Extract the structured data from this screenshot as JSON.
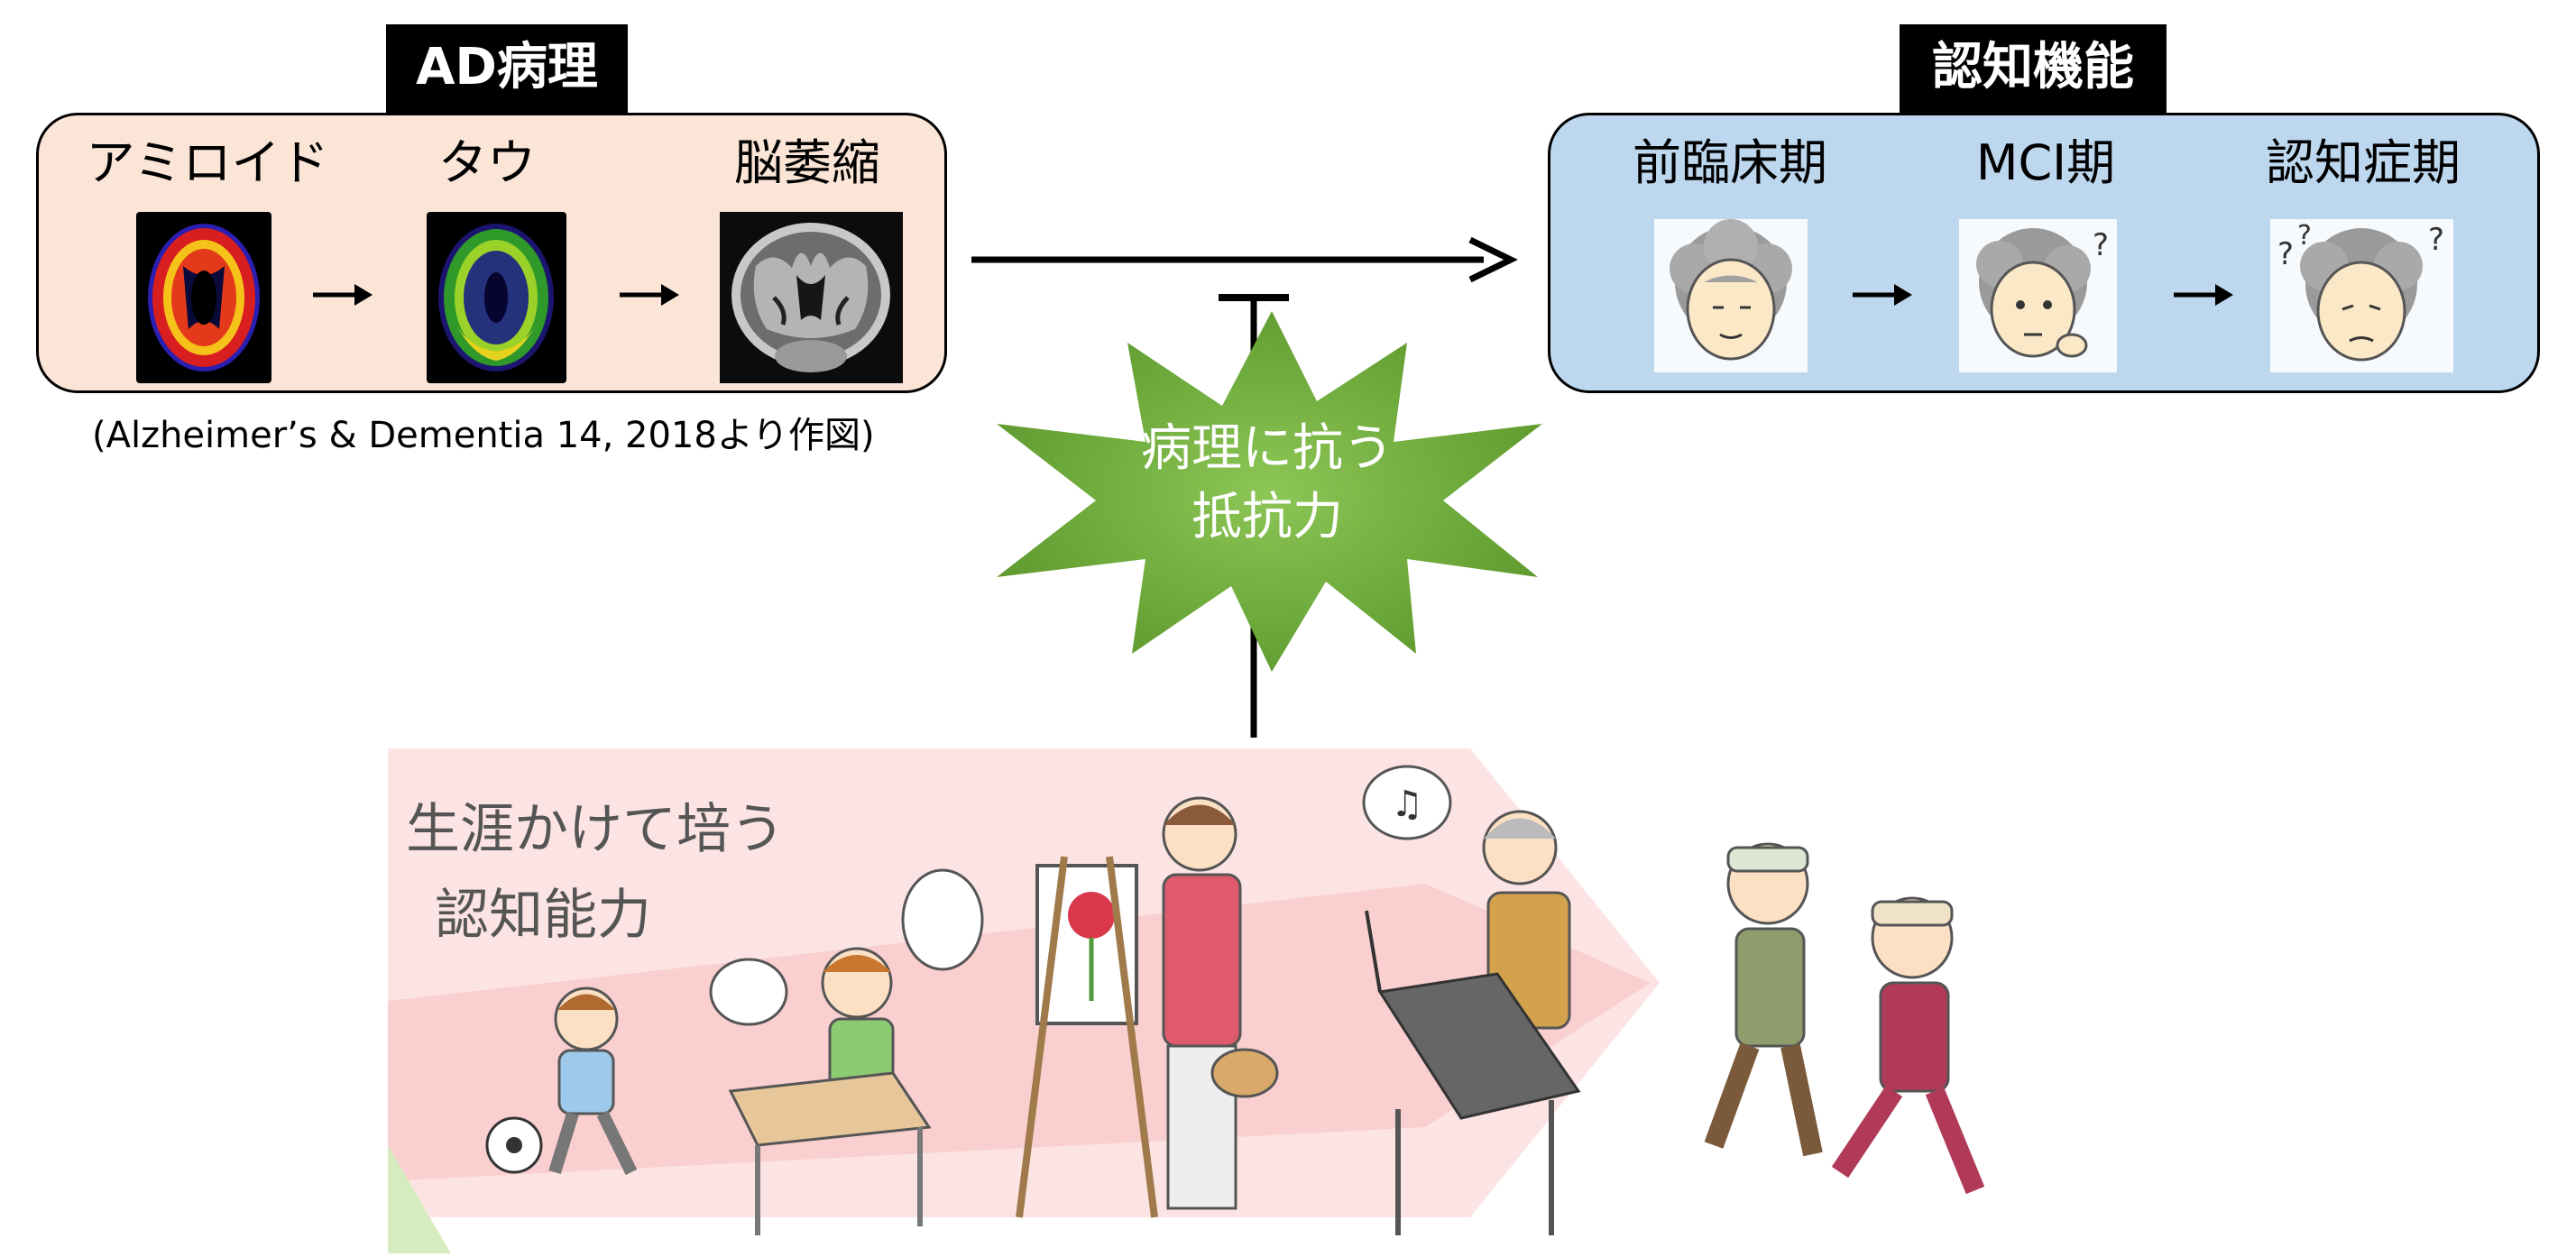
{
  "pathology": {
    "header": "AD病理",
    "stages": [
      {
        "label": "アミロイド"
      },
      {
        "label": "タウ"
      },
      {
        "label": "脳萎縮"
      }
    ],
    "citation": "(Alzheimer’s & Dementia 14, 2018より作図)"
  },
  "cognition": {
    "header": "認知機能",
    "stages": [
      {
        "label": "前臨床期"
      },
      {
        "label": "MCI期"
      },
      {
        "label": "認知症期"
      }
    ]
  },
  "resilience": {
    "line1": "病理に抗う",
    "line2": "抵抗力"
  },
  "illustration": {
    "line1": "生涯かけて培う",
    "line2": "認知能力",
    "speech_note": "♫"
  },
  "colors": {
    "pathology_box": "#fbe5d6",
    "cognition_box": "#bdd7ee",
    "burst_green": "#6aaa3a",
    "ribbon_pink": "#f7cccc"
  }
}
